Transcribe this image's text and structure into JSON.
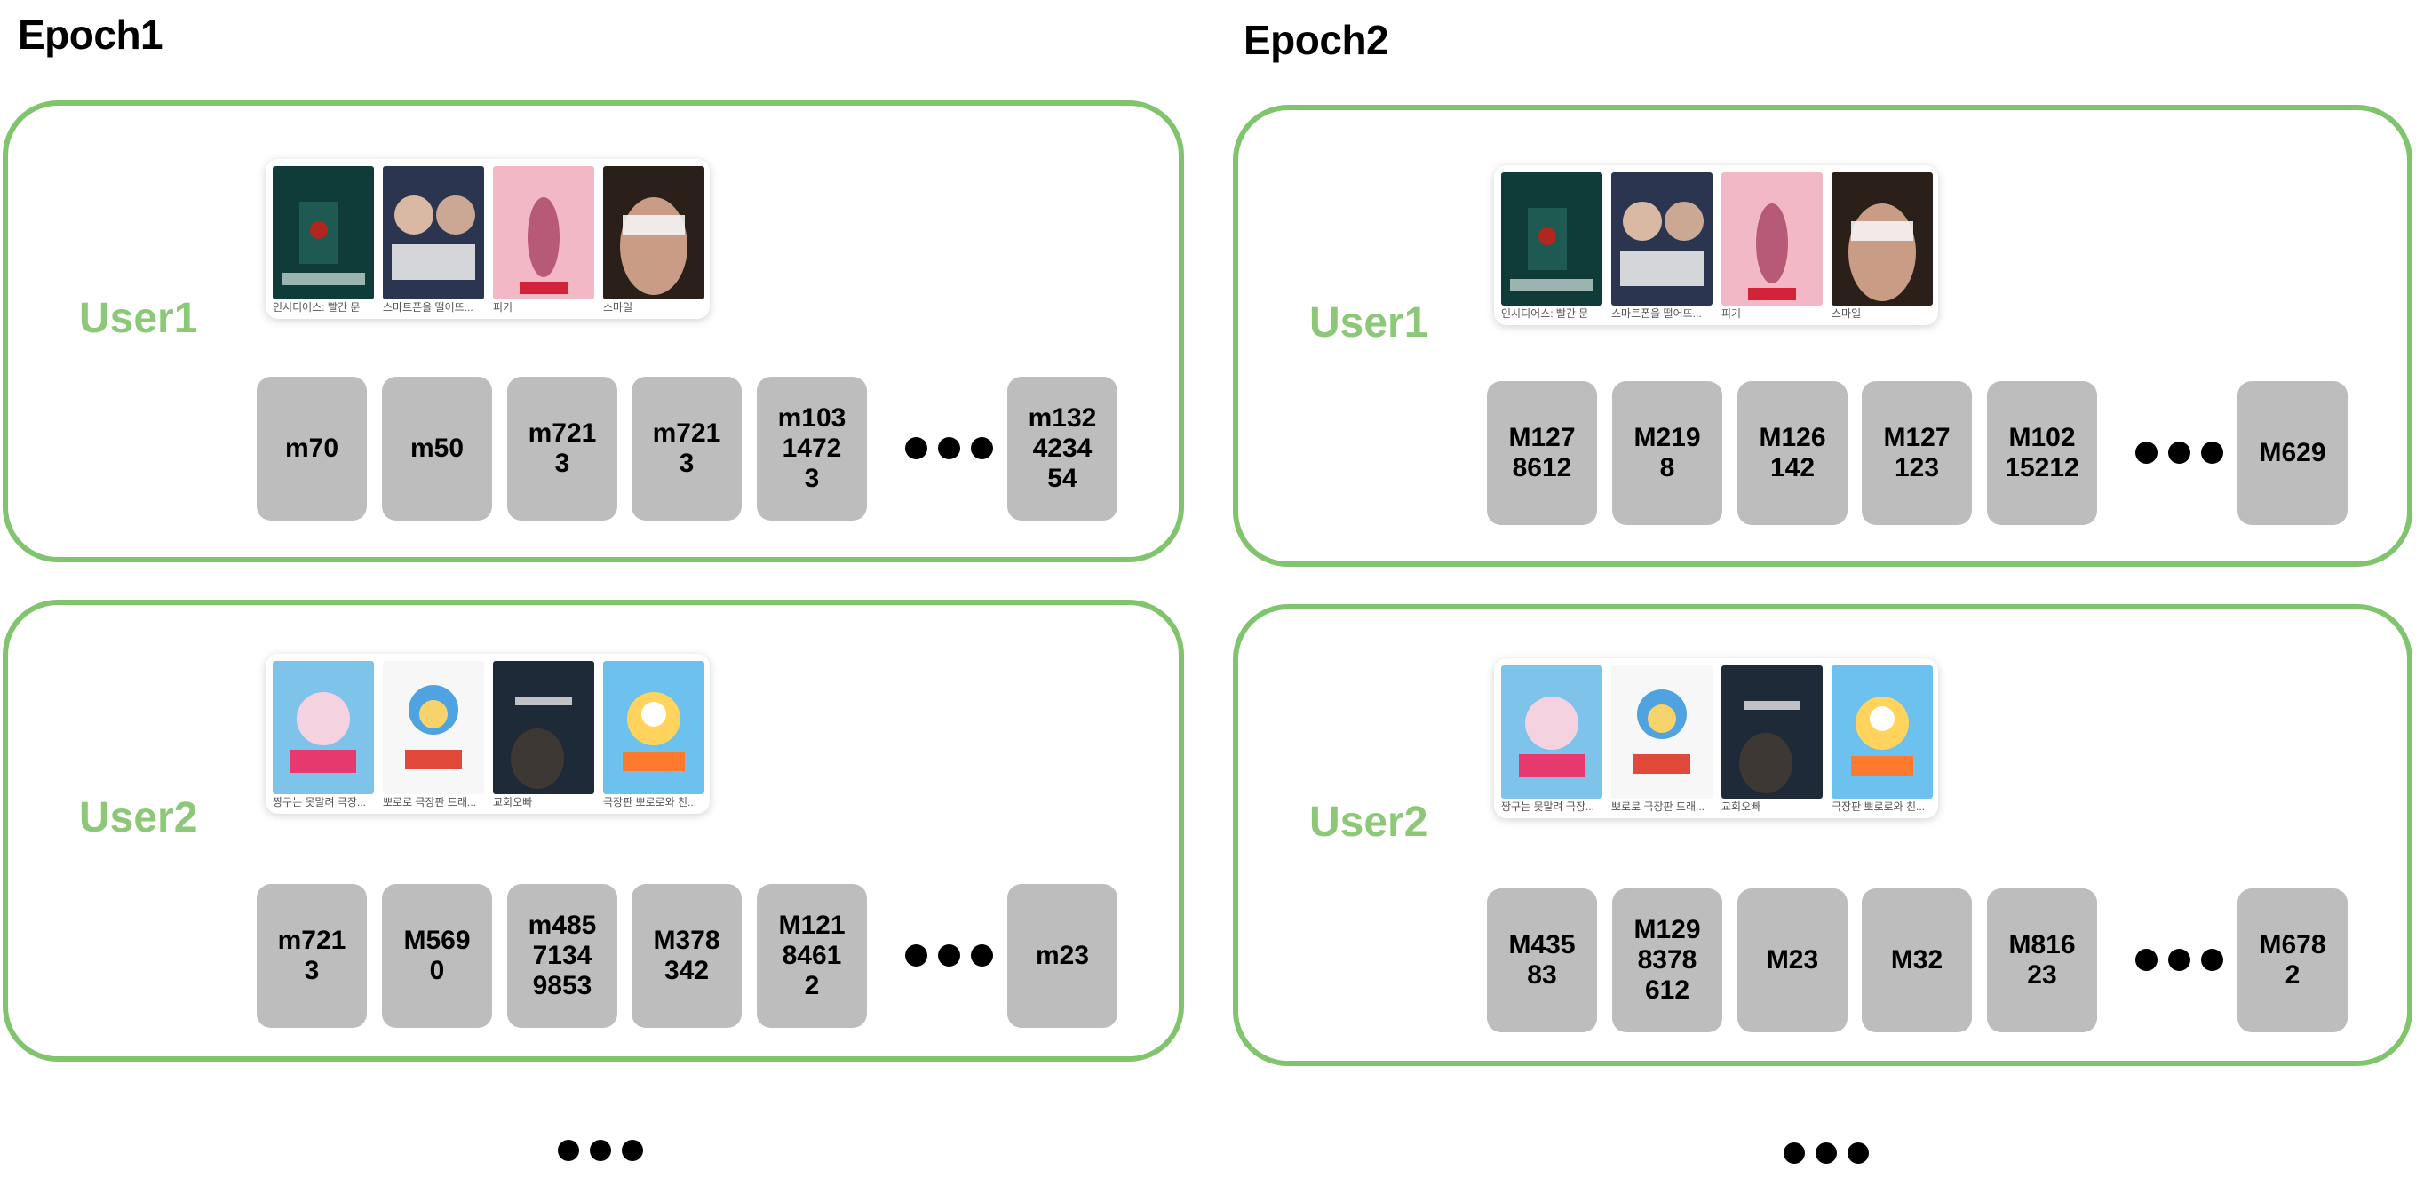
{
  "colors": {
    "box_border": "#81c46e",
    "user_label": "#8cc878",
    "tile": "#bdbdbd"
  },
  "epochs": [
    {
      "title": "Epoch1",
      "users": [
        {
          "label": "User1",
          "posters": [
            {
              "title": "인시디어스: 빨간 문",
              "icon": "poster-insidious-red-door"
            },
            {
              "title": "스마트폰을 떨어뜨...",
              "icon": "poster-unlocked"
            },
            {
              "title": "피기",
              "icon": "poster-piggy"
            },
            {
              "title": "스마일",
              "icon": "poster-smile"
            }
          ],
          "ids": [
            "m70",
            "m50",
            "m721\n3",
            "m721\n3",
            "m103\n1472\n3"
          ],
          "last_id": "m132\n4234\n54"
        },
        {
          "label": "User2",
          "posters": [
            {
              "title": "짱구는 못말려 극장...",
              "icon": "poster-crayon-shinchan"
            },
            {
              "title": "뽀로로 극장판 드래...",
              "icon": "poster-pororo-dragon"
            },
            {
              "title": "교회오빠",
              "icon": "poster-church-oppa"
            },
            {
              "title": "극장판 뽀로로와 친...",
              "icon": "poster-pororo-friends"
            }
          ],
          "ids": [
            "m721\n3",
            "M569\n0",
            "m485\n7134\n9853",
            "M378\n342",
            "M121\n8461\n2"
          ],
          "last_id": "m23"
        }
      ]
    },
    {
      "title": "Epoch2",
      "users": [
        {
          "label": "User1",
          "posters": [
            {
              "title": "인시디어스: 빨간 문",
              "icon": "poster-insidious-red-door"
            },
            {
              "title": "스마트폰을 떨어뜨...",
              "icon": "poster-unlocked"
            },
            {
              "title": "피기",
              "icon": "poster-piggy"
            },
            {
              "title": "스마일",
              "icon": "poster-smile"
            }
          ],
          "ids": [
            "M127\n8612",
            "M219\n8",
            "M126\n142",
            "M127\n123",
            "M102\n15212"
          ],
          "last_id": "M629"
        },
        {
          "label": "User2",
          "posters": [
            {
              "title": "짱구는 못말려 극장...",
              "icon": "poster-crayon-shinchan"
            },
            {
              "title": "뽀로로 극장판 드래...",
              "icon": "poster-pororo-dragon"
            },
            {
              "title": "교회오빠",
              "icon": "poster-church-oppa"
            },
            {
              "title": "극장판 뽀로로와 친...",
              "icon": "poster-pororo-friends"
            }
          ],
          "ids": [
            "M435\n83",
            "M129\n8378\n612",
            "M23",
            "M32",
            "M816\n23"
          ],
          "last_id": "M678\n2"
        }
      ]
    }
  ]
}
